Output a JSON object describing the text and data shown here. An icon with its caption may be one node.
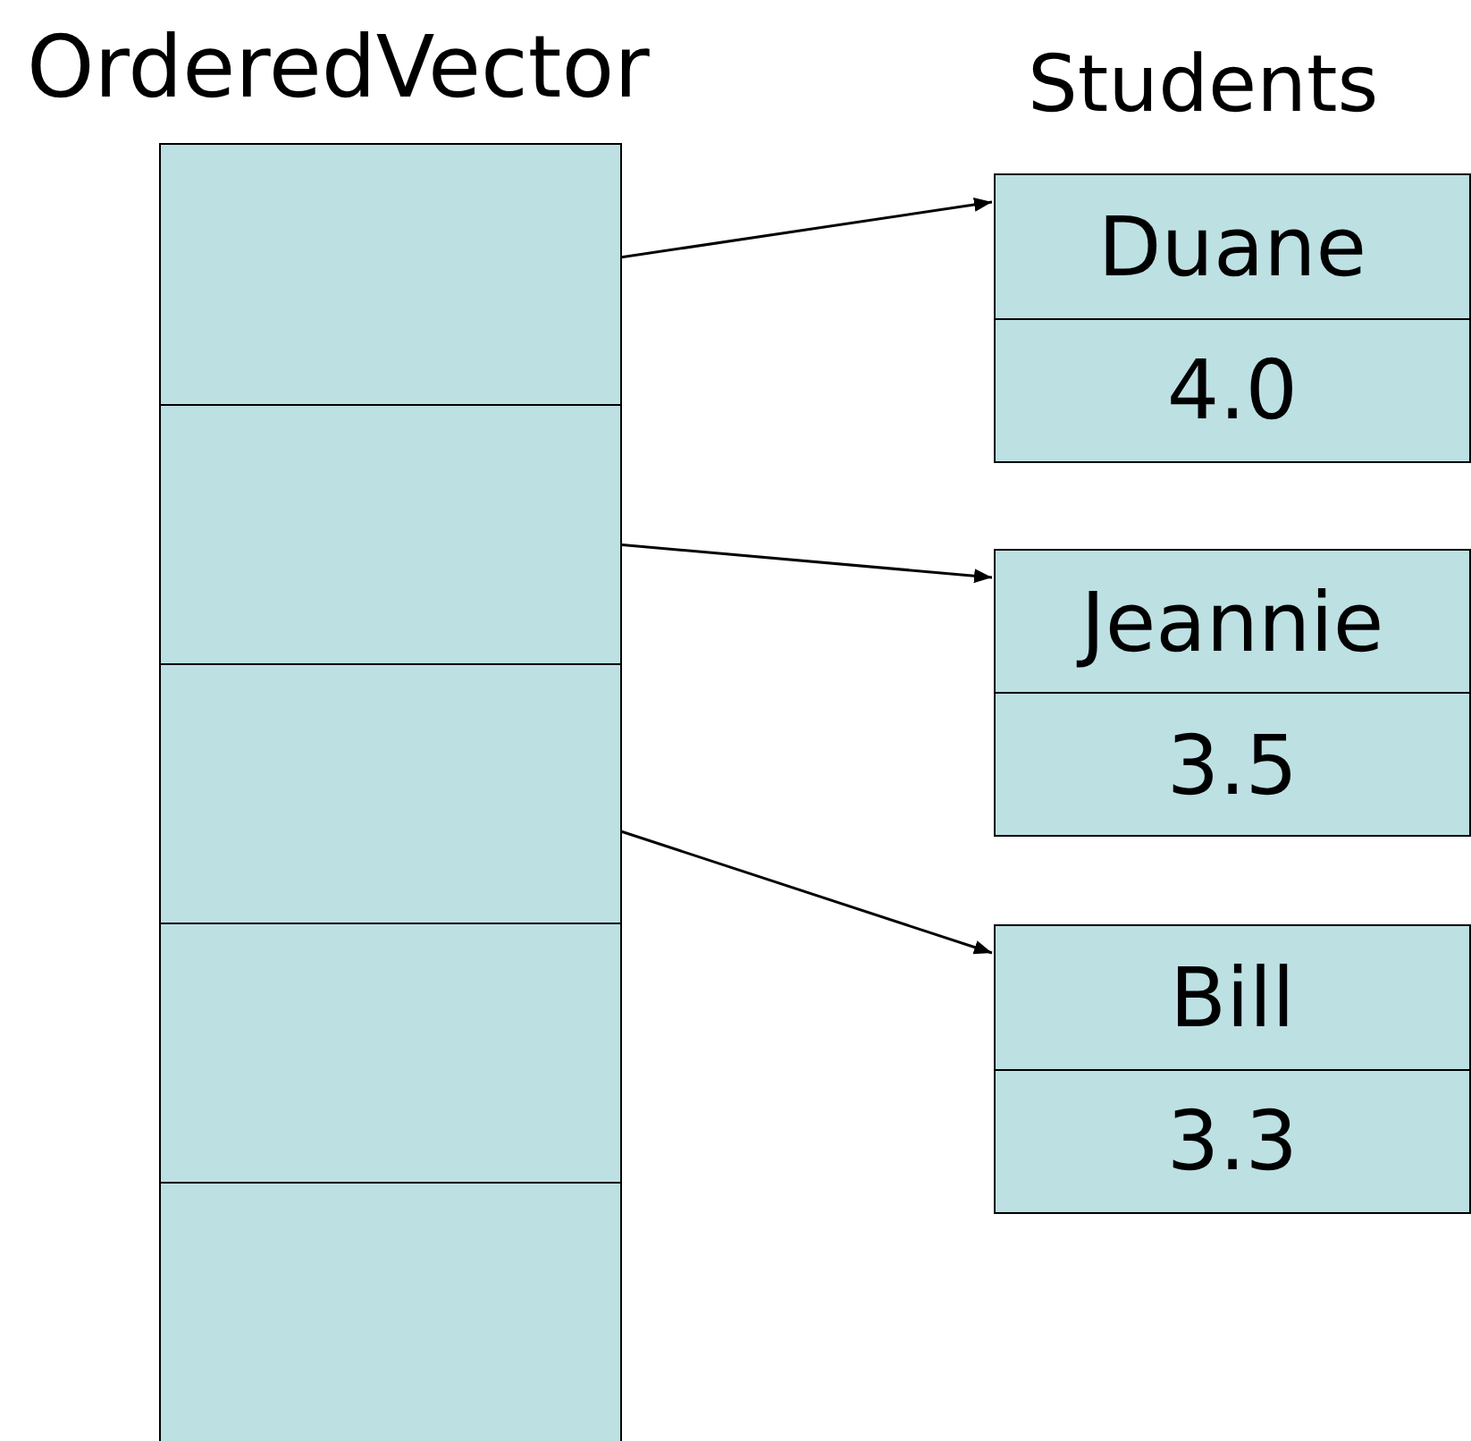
{
  "diagram": {
    "nodes": [
      {
        "text": [
          "OrderedVector"
        ]
      },
      {
        "text": [],
        "shape": "box",
        "in": 0
      },
      {
        "text": [],
        "shape": "box",
        "in": 0
      },
      {
        "text": [],
        "shape": "box",
        "in": 0
      },
      {
        "text": [],
        "shape": "box",
        "in": 0
      },
      {
        "text": [],
        "shape": "box",
        "in": 0
      },
      {
        "text": [
          "Duane",
          "4.0"
        ]
      },
      {
        "text": [
          "Jeannie",
          "3.5"
        ]
      },
      {
        "text": [
          "Bill",
          "3.3"
        ]
      }
    ],
    "edges": [
      {
        "from": 1,
        "to": 6,
        "arrow": "to"
      },
      {
        "from": 2,
        "to": 7,
        "arrow": "to"
      },
      {
        "from": 3,
        "to": 8,
        "arrow": "to"
      }
    ],
    "labels": [
      "Students"
    ]
  }
}
